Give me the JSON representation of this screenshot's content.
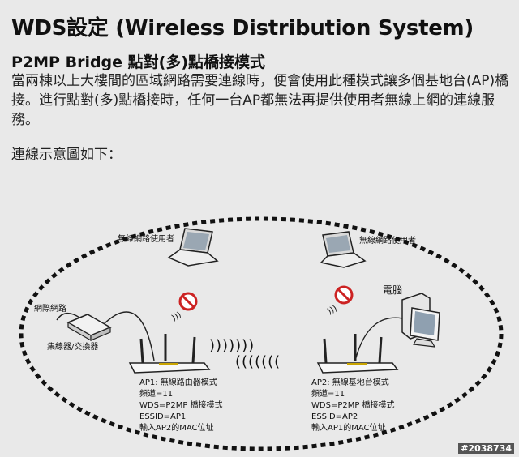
{
  "header": {
    "title": "WDS設定 (Wireless Distribution System)",
    "subtitle": "P2MP Bridge 點對(多)點橋接模式"
  },
  "body": {
    "paragraph": "當兩棟以上大樓間的區域網路需要連線時，便會使用此種模式讓多個基地台(AP)橋接。進行點對(多)點橋接時，任何一台AP都無法再提供使用者無線上網的連線服務。",
    "caption": "連線示意圖如下："
  },
  "diagram": {
    "labels": {
      "laptop_left": "無線網路使用者",
      "laptop_right": "無線網路使用者",
      "computer": "電腦",
      "internet": "網際網路",
      "switch": "集線器/交換器"
    },
    "ap1": {
      "line1": "AP1: 無線路由器模式",
      "line2": "頻道=11",
      "line3": "WDS=P2MP 橋接模式",
      "line4": "ESSID=AP1",
      "line5": "輸入AP2的MAC位址"
    },
    "ap2": {
      "line1": "AP2: 無線基地台模式",
      "line2": "頻道=11",
      "line3": "WDS=P2MP 橋接模式",
      "line4": "ESSID=AP2",
      "line5": "輸入AP1的MAC位址"
    },
    "signal_right": ")))))))",
    "signal_left": "((((((("
  },
  "watermark": "#2038734"
}
